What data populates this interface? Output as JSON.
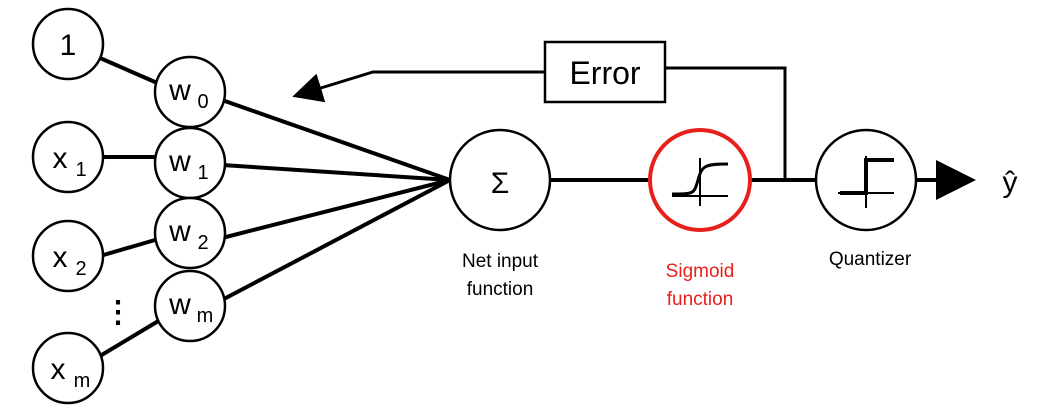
{
  "inputs": [
    {
      "base": "1",
      "sub": ""
    },
    {
      "base": "x",
      "sub": "1"
    },
    {
      "base": "x",
      "sub": "2"
    },
    {
      "base": "x",
      "sub": "m"
    }
  ],
  "weights": [
    {
      "base": "w",
      "sub": "0"
    },
    {
      "base": "w",
      "sub": "1"
    },
    {
      "base": "w",
      "sub": "2"
    },
    {
      "base": "w",
      "sub": "m"
    }
  ],
  "ellipsis": "⋮",
  "sum_symbol": "Σ",
  "error_label": "Error",
  "output_label": "ŷ",
  "captions": {
    "net_input_line1": "Net input",
    "net_input_line2": "function",
    "sigmoid_line1": "Sigmoid",
    "sigmoid_line2": "function",
    "quantizer": "Quantizer"
  },
  "colors": {
    "stroke": "#000000",
    "highlight": "#e8201c"
  },
  "icons": {
    "net_input": "sigma-icon",
    "sigmoid": "sigmoid-curve-icon",
    "quantizer": "step-function-icon"
  }
}
